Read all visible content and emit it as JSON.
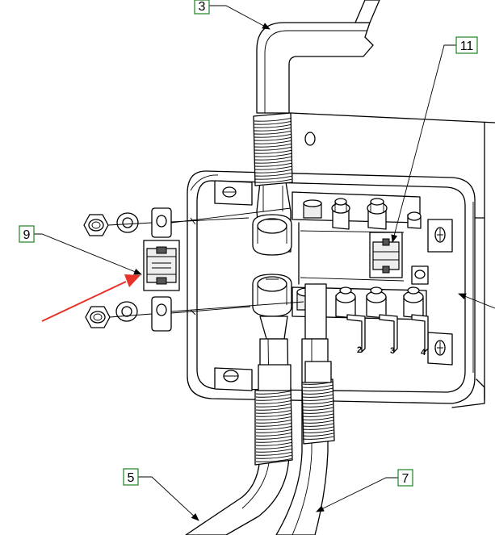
{
  "callouts": {
    "c3": "3",
    "c11": "11",
    "c9": "9",
    "c5": "5",
    "c7": "7"
  },
  "terminal_labels": {
    "t2": "2",
    "t3": "3",
    "t4": "4"
  },
  "colors": {
    "callout_border": "#2e8b2e",
    "pointer_arrow": "#e8332a",
    "line": "#000000"
  }
}
